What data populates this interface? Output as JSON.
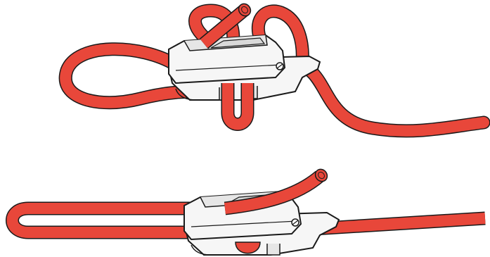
{
  "diagram": {
    "panels": [
      {
        "id": "top",
        "elements": [
          "rope-loop",
          "cleat",
          "rope-tail",
          "rope-end"
        ]
      },
      {
        "id": "bottom",
        "elements": [
          "rope-loop",
          "cleat",
          "rope-tail",
          "rope-end"
        ]
      }
    ],
    "colors": {
      "rope": "#e8473a",
      "rope_outline": "#1a1a1a",
      "cleat_fill": "#f6f6f6",
      "cleat_shadow": "#d9d9d9",
      "background": "#ffffff"
    },
    "icons": {
      "cleat": "clam-cleat-icon",
      "rope": "rope-icon"
    }
  }
}
